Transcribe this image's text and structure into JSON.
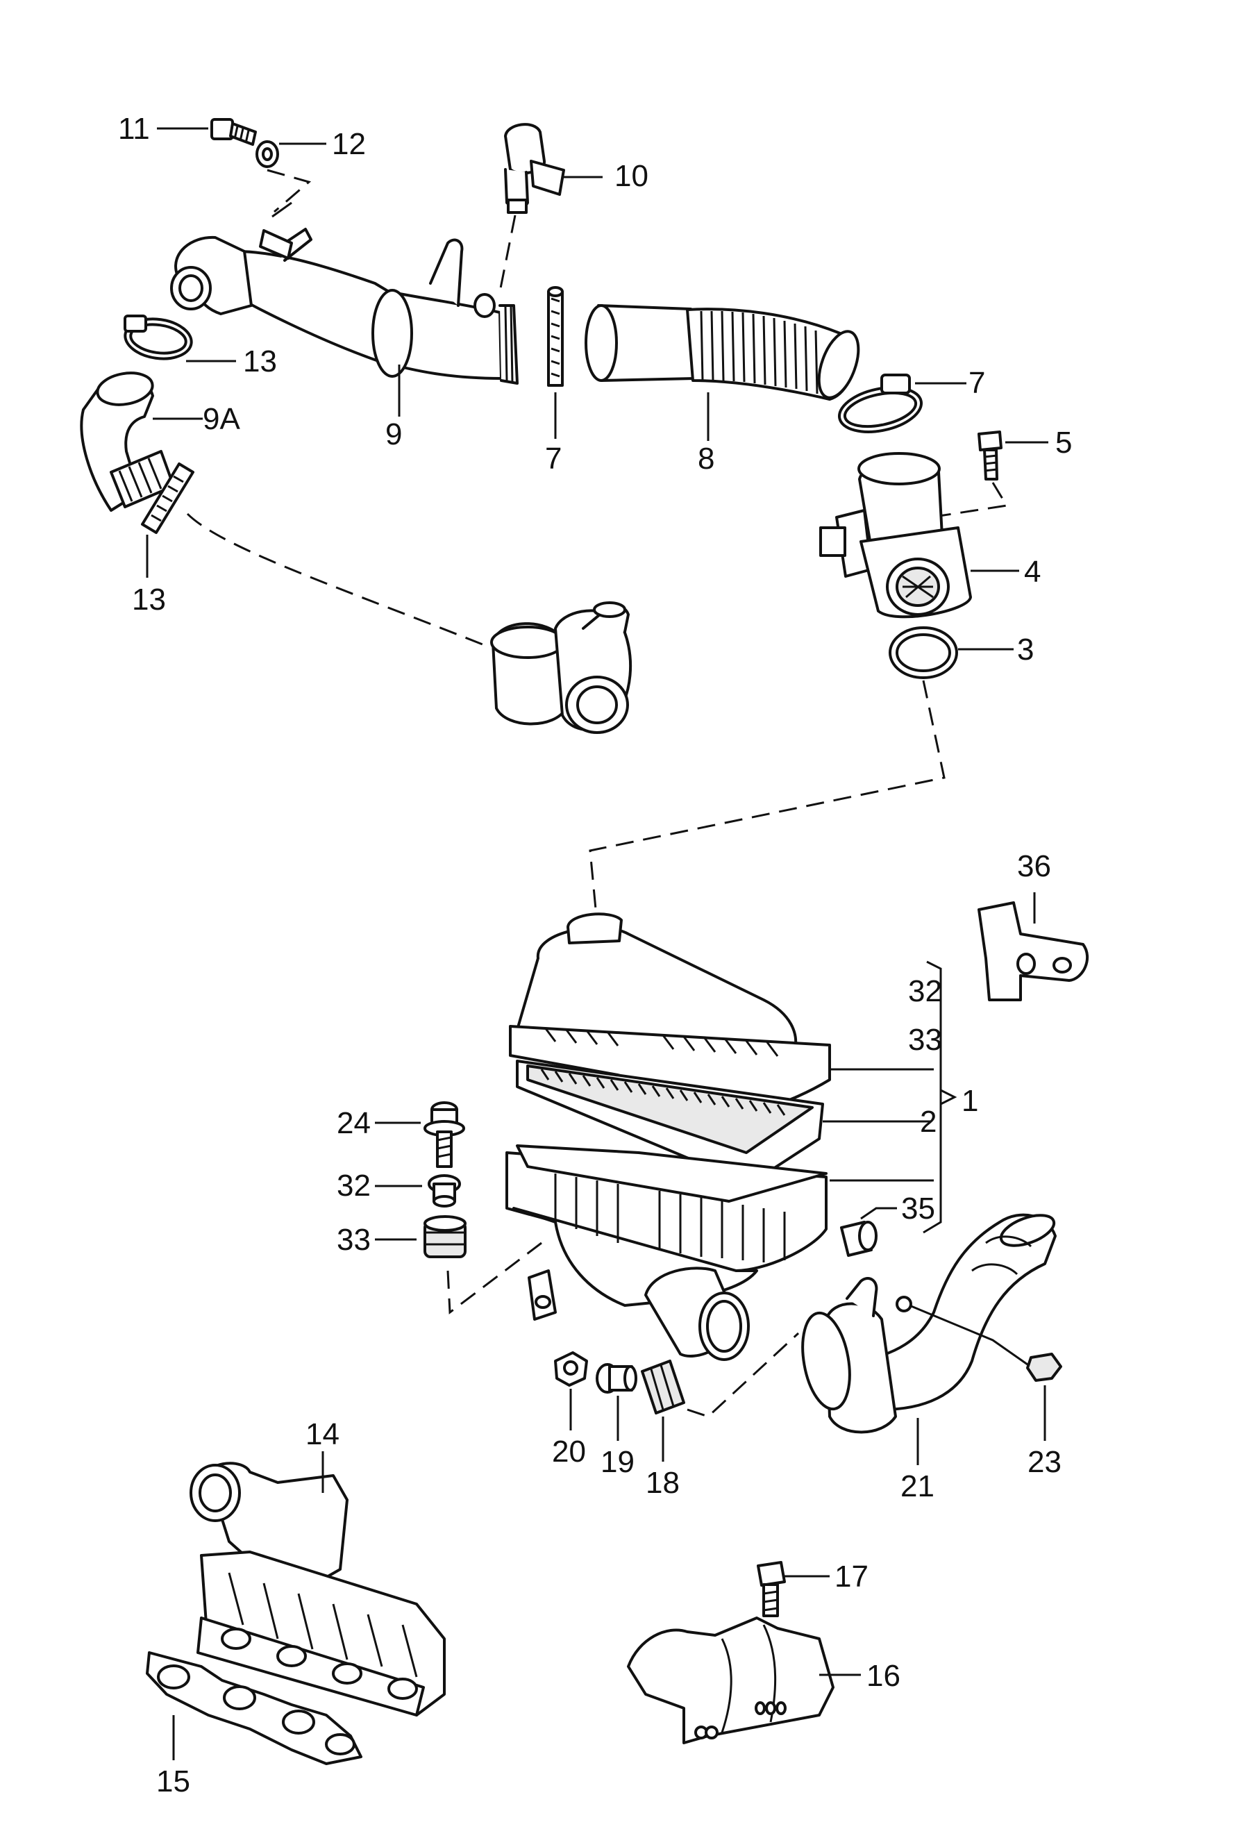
{
  "callouts": {
    "c11": "11",
    "c12": "12",
    "c10": "10",
    "c13a": "13",
    "c9a": "9A",
    "c9": "9",
    "c7a": "7",
    "c8": "8",
    "c7b": "7",
    "c5": "5",
    "c4": "4",
    "c3": "3",
    "c13b": "13",
    "c36": "36",
    "c32a": "32",
    "c33a": "33",
    "c1": "1",
    "c2": "2",
    "c35": "35",
    "c24": "24",
    "c32b": "32",
    "c33b": "33",
    "c20": "20",
    "c19": "19",
    "c18": "18",
    "c21": "21",
    "c23": "23",
    "c14": "14",
    "c15": "15",
    "c17": "17",
    "c16": "16"
  }
}
